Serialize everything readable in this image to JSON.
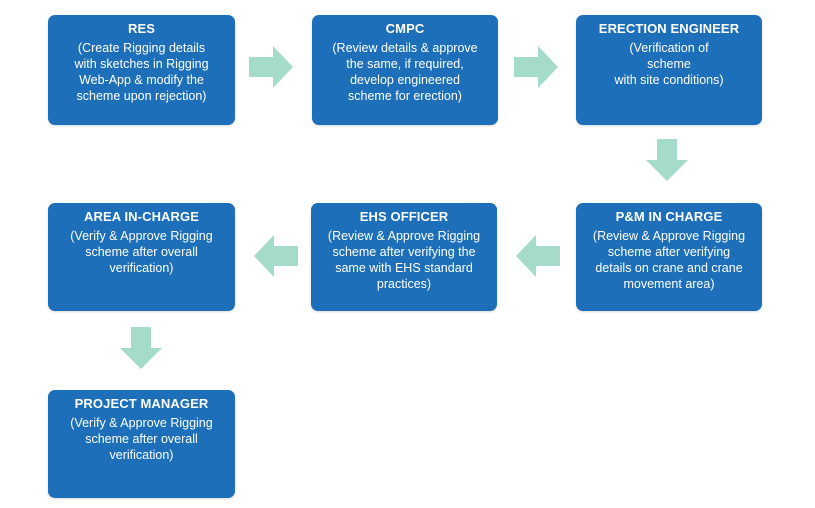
{
  "colors": {
    "box": "#1c6fb8",
    "text": "#ffffff",
    "arrow": "#a4dbc9"
  },
  "steps": [
    {
      "title": "RES",
      "body": "(Create Rigging details\nwith sketches in Rigging\nWeb-App & modify the\nscheme upon rejection)"
    },
    {
      "title": "CMPC",
      "body": "(Review details & approve\nthe same, if required,\ndevelop engineered\nscheme for erection)"
    },
    {
      "title": "ERECTION ENGINEER",
      "body": "(Verification of\nscheme\nwith site conditions)"
    },
    {
      "title": "P&M IN CHARGE",
      "body": "(Review & Approve Rigging\nscheme after verifying\ndetails on crane and crane\nmovement area)"
    },
    {
      "title": "EHS OFFICER",
      "body": "(Review & Approve Rigging\nscheme after verifying the\nsame with EHS standard\npractices)"
    },
    {
      "title": "AREA IN-CHARGE",
      "body": "(Verify & Approve Rigging\nscheme after overall\nverification)"
    },
    {
      "title": "PROJECT MANAGER",
      "body": "(Verify & Approve Rigging\nscheme after overall\nverification)"
    }
  ]
}
